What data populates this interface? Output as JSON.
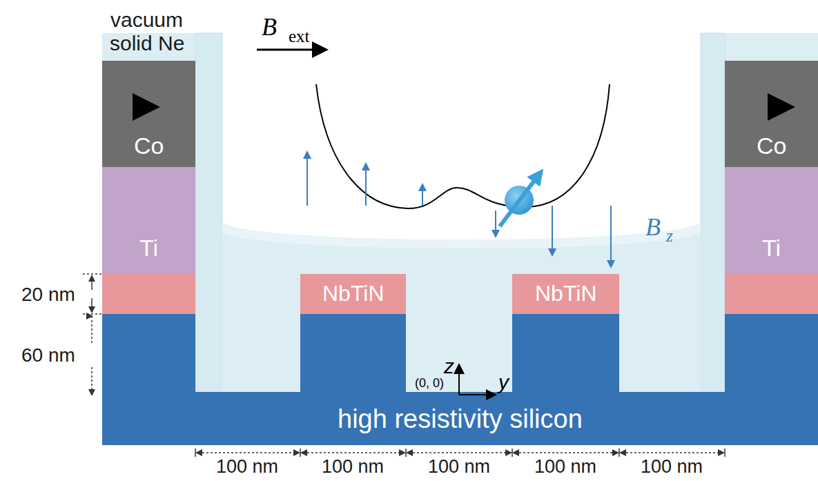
{
  "diagram": {
    "nodes": [
      {
        "text": [
          "Co"
        ]
      },
      {
        "text": [
          "Co"
        ]
      },
      {
        "text": [
          "Ti"
        ]
      },
      {
        "text": [
          "Ti"
        ]
      },
      {
        "text": [
          "NbTiN"
        ]
      },
      {
        "text": [
          "NbTiN"
        ]
      },
      {
        "text": [
          "high resistivity silicon"
        ]
      }
    ],
    "labels": [
      "vacuum",
      "solid Ne",
      "B",
      "ext",
      "B",
      "z",
      "20 nm",
      "60 nm",
      "z",
      "(0, 0)",
      "y",
      "100 nm",
      "100 nm",
      "100 nm",
      "100 nm",
      "100 nm"
    ]
  }
}
